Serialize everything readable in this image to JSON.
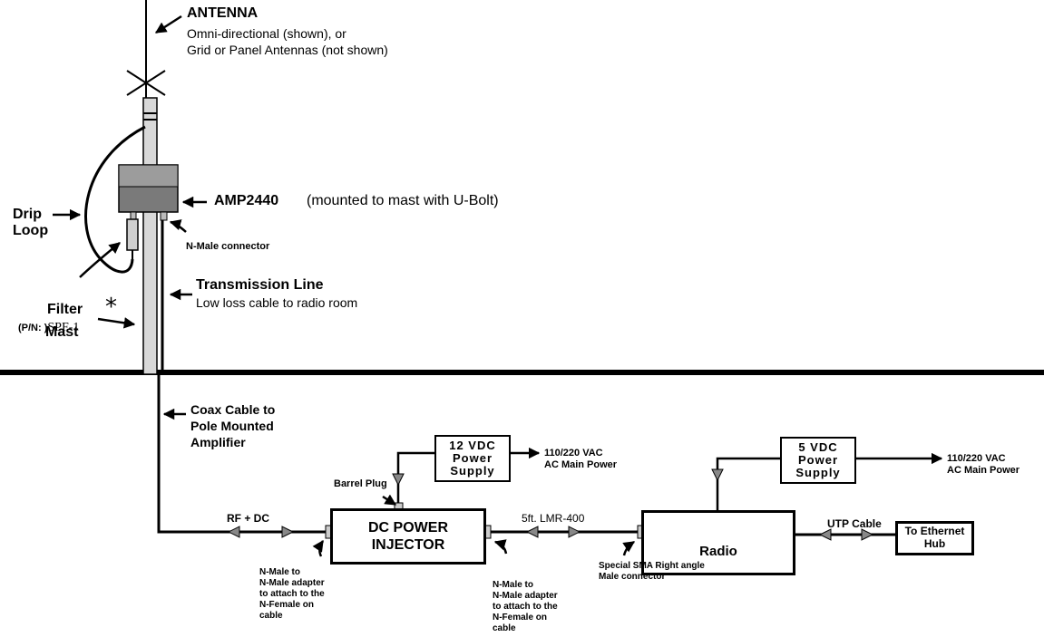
{
  "top": {
    "antenna_title": "ANTENNA",
    "antenna_line1": "Omni-directional (shown), or",
    "antenna_line2": "Grid or Panel Antennas (not shown)",
    "amp_name": "AMP2440",
    "amp_note": "(mounted to mast with U-Bolt)",
    "nmale_connector": "N-Male connector",
    "drip": "Drip",
    "loop": "Loop",
    "filter": "Filter",
    "filter_asterisk": "*",
    "filter_pn_prefix": "(P/N: )",
    "filter_pn_value": "SPF-1",
    "tx_title": "Transmission Line",
    "tx_note": "Low  loss cable to radio room",
    "mast": "Mast"
  },
  "bottom": {
    "coax_1": "Coax Cable to",
    "coax_2": "Pole Mounted",
    "coax_3": "Amplifier",
    "psu12_1": "12 VDC",
    "psu12_2": "Power",
    "psu12_3": "Supply",
    "ac_a_1": "110/220 VAC",
    "ac_a_2": "AC Main Power",
    "barrel_plug": "Barrel Plug",
    "rf_dc": "RF + DC",
    "injector_1": "DC POWER",
    "injector_2": "INJECTOR",
    "lmr": "5ft. LMR-400",
    "psu5_1": "5 VDC",
    "psu5_2": "Power",
    "psu5_3": "Supply",
    "ac_b_1": "110/220 VAC",
    "ac_b_2": "AC Main Power",
    "radio": "Radio",
    "utp": "UTP Cable",
    "eth_1": "To Ethernet",
    "eth_2": "Hub",
    "adapter_a": [
      "N-Male to",
      "N-Male adapter",
      "to attach to the",
      "N-Female on",
      "cable"
    ],
    "adapter_b": [
      "N-Male to",
      "N-Male adapter",
      "to attach to the",
      "N-Female on",
      "cable"
    ],
    "sma_1": "Special SMA Right angle",
    "sma_2": "Male connector"
  }
}
